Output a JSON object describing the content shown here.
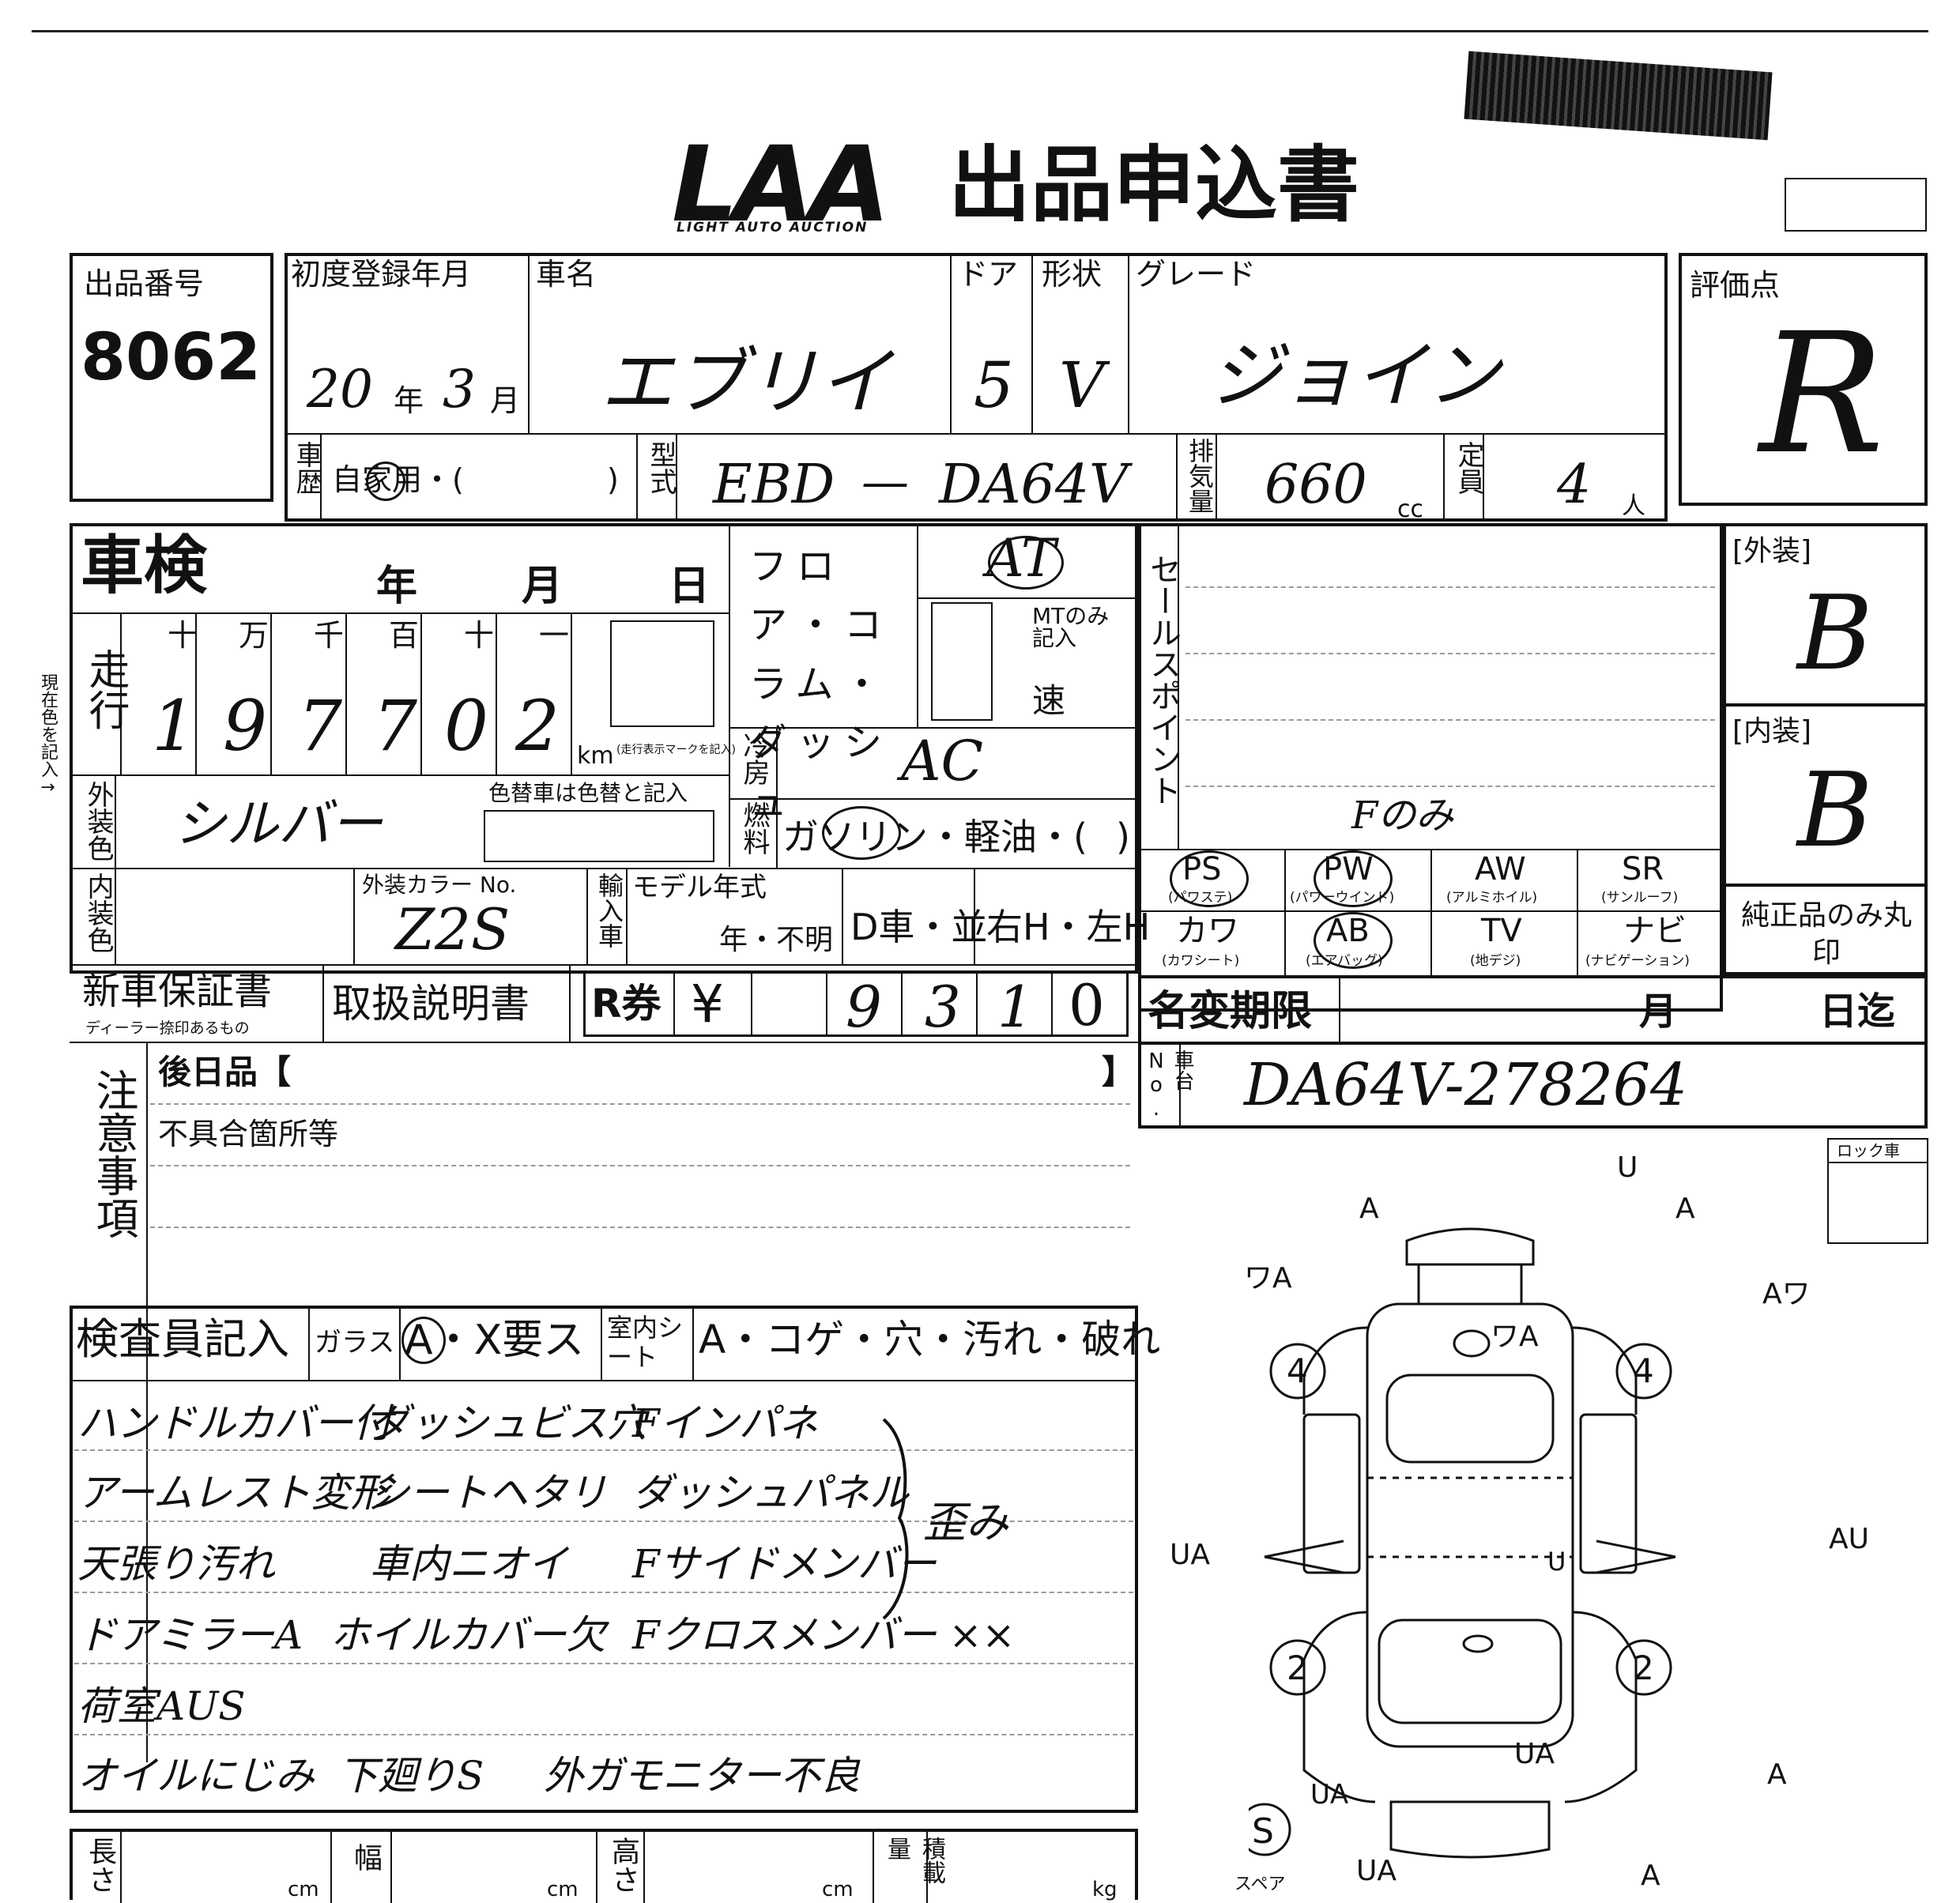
{
  "header": {
    "logo_text": "LAA",
    "logo_sub": "LIGHT AUTO AUCTION",
    "title": "出品申込書"
  },
  "lot": {
    "label": "出品番号",
    "value": "8062"
  },
  "first_reg": {
    "label": "初度登録年月",
    "year": "20",
    "month": "3",
    "year_unit": "年",
    "month_unit": "月"
  },
  "car_name": {
    "label": "車名",
    "value": "エブリイ"
  },
  "door": {
    "label": "ドア",
    "value": "5"
  },
  "shape": {
    "label": "形状",
    "value": "V"
  },
  "grade": {
    "label": "グレード",
    "value": "ジョイン"
  },
  "score": {
    "label": "評価点",
    "value": "R"
  },
  "history": {
    "label": "車歴",
    "value": "自家用・(",
    "close": ")"
  },
  "model": {
    "label": "型式",
    "prefix": "EBD",
    "dash": "—",
    "code": "DA64V"
  },
  "displacement": {
    "label": "排気量",
    "value": "660",
    "unit": "cc"
  },
  "capacity": {
    "label": "定員",
    "value": "4",
    "unit": "人"
  },
  "shaken": {
    "label": "車検",
    "year": "年",
    "month": "月",
    "day": "日"
  },
  "mileage": {
    "label": "走行",
    "digit_heads": [
      "十",
      "万",
      "千",
      "百",
      "十",
      "一"
    ],
    "digits": [
      "1",
      "9",
      "7",
      "7",
      "0",
      "2"
    ],
    "unit": "km",
    "note": "(走行表示マークを記入)"
  },
  "shift": {
    "floor_text": "フロア・コラム・ダッシュ",
    "value": "AT",
    "mt_note": "MTのみ記入",
    "speed_label": "速"
  },
  "aircon": {
    "label": "冷房",
    "value": "AC"
  },
  "fuel": {
    "label": "燃料",
    "options": "ガソリン・軽油・(",
    "close": ")"
  },
  "exterior_color": {
    "label": "外装色",
    "value": "シルバー",
    "repaint_note": "色替車は色替と記入"
  },
  "interior_color": {
    "label": "内装色"
  },
  "color_no": {
    "label": "外装カラー No.",
    "value": "Z2S"
  },
  "import": {
    "label": "輸入車"
  },
  "model_year": {
    "label": "モデル年式",
    "value": "年・不明"
  },
  "dealer": {
    "value": "D車・並"
  },
  "handle": {
    "value": "右H・左H"
  },
  "warranty": {
    "label": "新車保証書",
    "note": "ディーラー捺印あるもの"
  },
  "manual": {
    "label": "取扱説明書"
  },
  "recycle": {
    "label": "R券",
    "yen": "¥",
    "digits": [
      "9",
      "3",
      "1",
      "0"
    ]
  },
  "sales_points": {
    "label": "セールスポイント",
    "f_only": "Fのみ"
  },
  "equipment": [
    {
      "name": "PS",
      "sub": "(パワステ)"
    },
    {
      "name": "PW",
      "sub": "(パワーウインド)"
    },
    {
      "name": "AW",
      "sub": "(アルミホイル)"
    },
    {
      "name": "SR",
      "sub": "(サンルーフ)"
    },
    {
      "name": "カワ",
      "sub": "(カワシート)"
    },
    {
      "name": "AB",
      "sub": "(エアバッグ)"
    },
    {
      "name": "TV",
      "sub": "(地デジ)"
    },
    {
      "name": "ナビ",
      "sub": "(ナビゲーション)"
    }
  ],
  "exterior": {
    "label": "[外装]",
    "value": "B"
  },
  "interior": {
    "label": "[内装]",
    "value": "B"
  },
  "genuine": {
    "label": "純正品のみ丸印"
  },
  "name_change": {
    "label": "名変期限",
    "month": "月",
    "day": "日迄"
  },
  "chassis": {
    "label": "車台No.",
    "value": "DA64V-278264"
  },
  "notes": {
    "label": "注意事項",
    "later": "後日品【",
    "later_close": "】",
    "defects": "不具合箇所等"
  },
  "inspector": {
    "label": "検査員記入",
    "glass_label": "ガラス",
    "glass_value": "A・X要ス",
    "seat_label": "室内シート",
    "seat_value": "A・コゲ・穴・汚れ・破れ",
    "rows": [
      [
        "ハンドルカバー付",
        "ダッシュビス穴",
        "Fインパネ"
      ],
      [
        "アームレスト変形",
        "シートヘタリ",
        "ダッシュパネル"
      ],
      [
        "天張り汚れ",
        "車内ニオイ",
        "Fサイドメンバー"
      ],
      [
        "ドアミラーA",
        "ホイルカバー欠",
        "Fクロスメンバー ××"
      ],
      [
        "荷室AUS",
        "",
        ""
      ],
      [
        "オイルにじみ",
        "下廻りS",
        "外ガモニター不良"
      ]
    ],
    "brace_note": "歪み"
  },
  "dimensions": {
    "length": "長さ",
    "width": "幅",
    "height": "高さ",
    "load": "積載量",
    "cm": "cm",
    "kg": "kg"
  },
  "side_note": "現在色を記入→",
  "lock": {
    "label": "ロック車"
  },
  "diagram": {
    "marks": [
      "U",
      "A",
      "A",
      "ワA",
      "Aワ",
      "ワA",
      "UA",
      "AU",
      "U",
      "UA",
      "A",
      "UA",
      "UA",
      "A"
    ],
    "tyres": [
      "4",
      "4",
      "2",
      "2"
    ],
    "spare": "S",
    "spare_label": "スペア"
  }
}
